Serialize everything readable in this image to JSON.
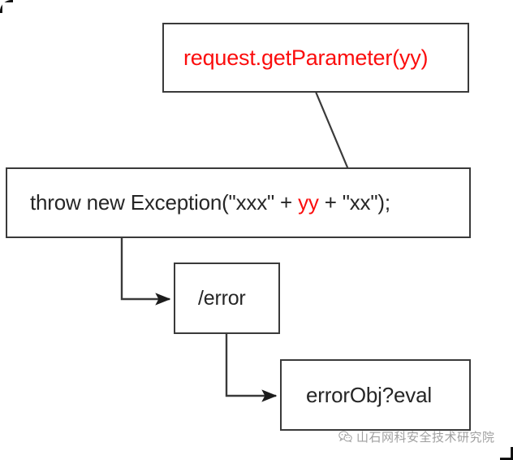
{
  "diagram": {
    "title": "Exception to error template evaluation flow",
    "background_color": "#ffffff",
    "box_border_color": "#3a3a3a",
    "text_color": "#262626",
    "accent_color": "#fb0d0d",
    "nodes": [
      {
        "id": "request",
        "label": "request.getParameter(yy)",
        "text_color": "#fb0d0d"
      },
      {
        "id": "throw",
        "label": "throw new Exception(\"xxx\" + yy + \"xx\");",
        "label_prefix": "throw new Exception(\"xxx\" + ",
        "label_highlight": "yy",
        "label_suffix": " + \"xx\");",
        "text_color": "#262626",
        "highlight_color": "#fb0d0d"
      },
      {
        "id": "error",
        "label": "/error",
        "text_color": "#262626"
      },
      {
        "id": "erroreval",
        "label": "errorObj?eval",
        "text_color": "#262626"
      }
    ],
    "edges": [
      {
        "id": "request-to-yy",
        "from": "request",
        "to": "throw",
        "style": "diagonal-arrow"
      },
      {
        "id": "throw-to-error",
        "from": "throw",
        "to": "error",
        "style": "elbow-arrow"
      },
      {
        "id": "error-to-erroreval",
        "from": "error",
        "to": "erroreval",
        "style": "elbow-arrow"
      }
    ]
  },
  "watermark": {
    "icon": "wechat-icon",
    "text": "山石网科安全技术研究院"
  }
}
